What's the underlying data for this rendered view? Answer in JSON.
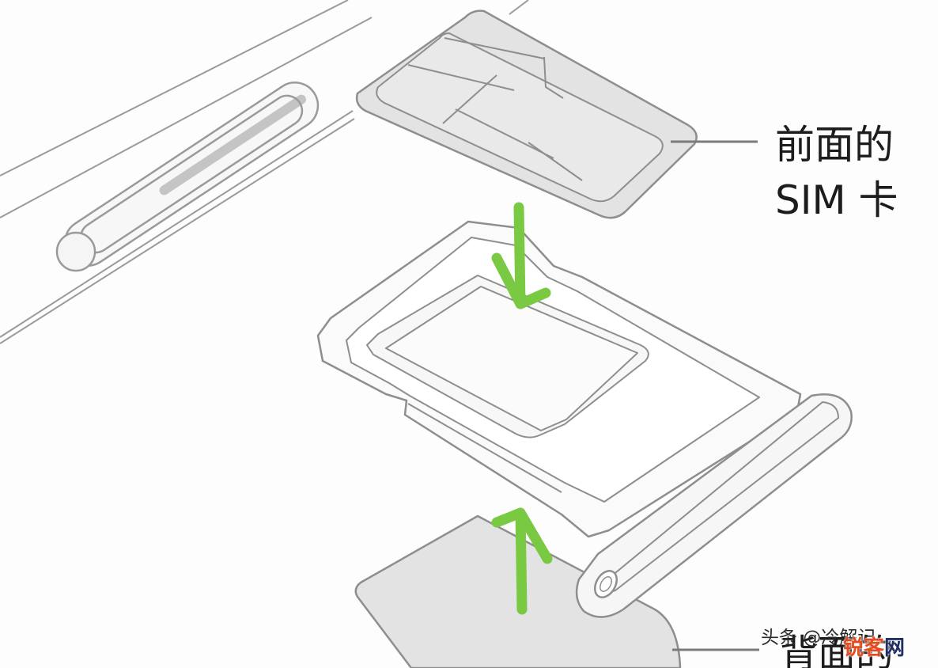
{
  "labels": {
    "front_line1": "前面的",
    "front_line2": "SIM 卡",
    "back_partial": "背面的"
  },
  "watermark": {
    "author": "头条 @冷解记",
    "site_main": "锐客",
    "site_tail": "网"
  },
  "colors": {
    "outline": "#8e8e8e",
    "sim_fill": "#e3e3e3",
    "tray_fill": "#fafafa",
    "arrow": "#7ac943",
    "text": "#1c1c1c"
  },
  "icons": {
    "arrow_down": "down-arrow-icon",
    "arrow_up": "up-arrow-icon"
  }
}
